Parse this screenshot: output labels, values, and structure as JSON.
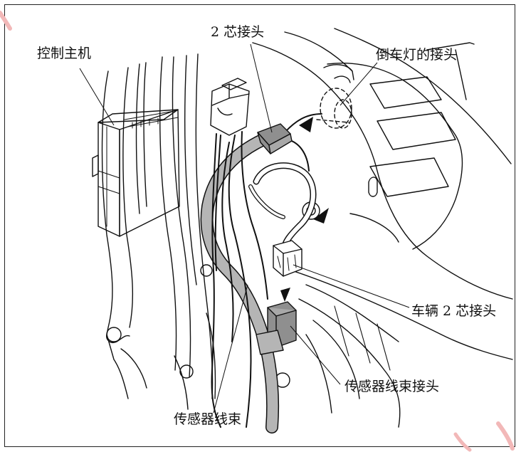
{
  "labels": {
    "control_unit": "控制主机",
    "two_pin_connector": "2 芯接头",
    "reverse_light_connector": "倒车灯的接头",
    "vehicle_two_pin_connector": "车辆 2 芯接头",
    "sensor_harness_connector": "传感器线束接头",
    "sensor_harness": "传感器线束"
  },
  "colors": {
    "line": "#111111",
    "harness_fill": "#b5b5b5",
    "connector_fill": "#8f8f8f",
    "watermark": "#f2b8b8"
  }
}
